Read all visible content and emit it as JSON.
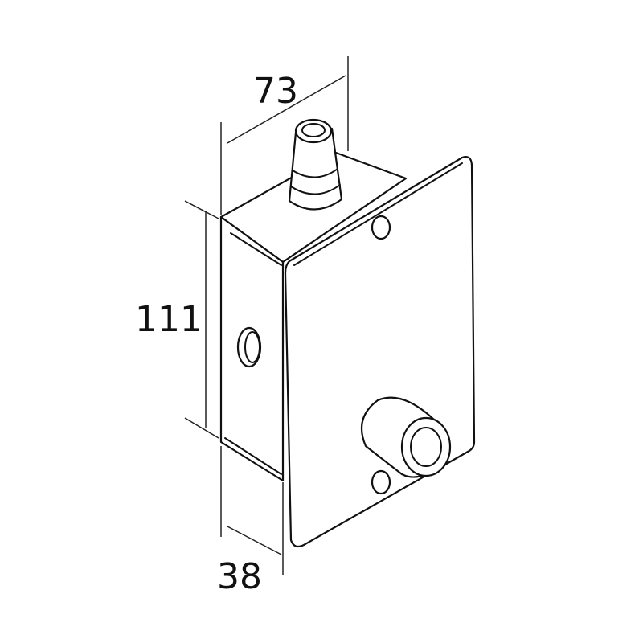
{
  "dimensions": {
    "width": "73",
    "height": "111",
    "depth": "38"
  },
  "colors": {
    "line": "#111111",
    "background": "#ffffff"
  }
}
